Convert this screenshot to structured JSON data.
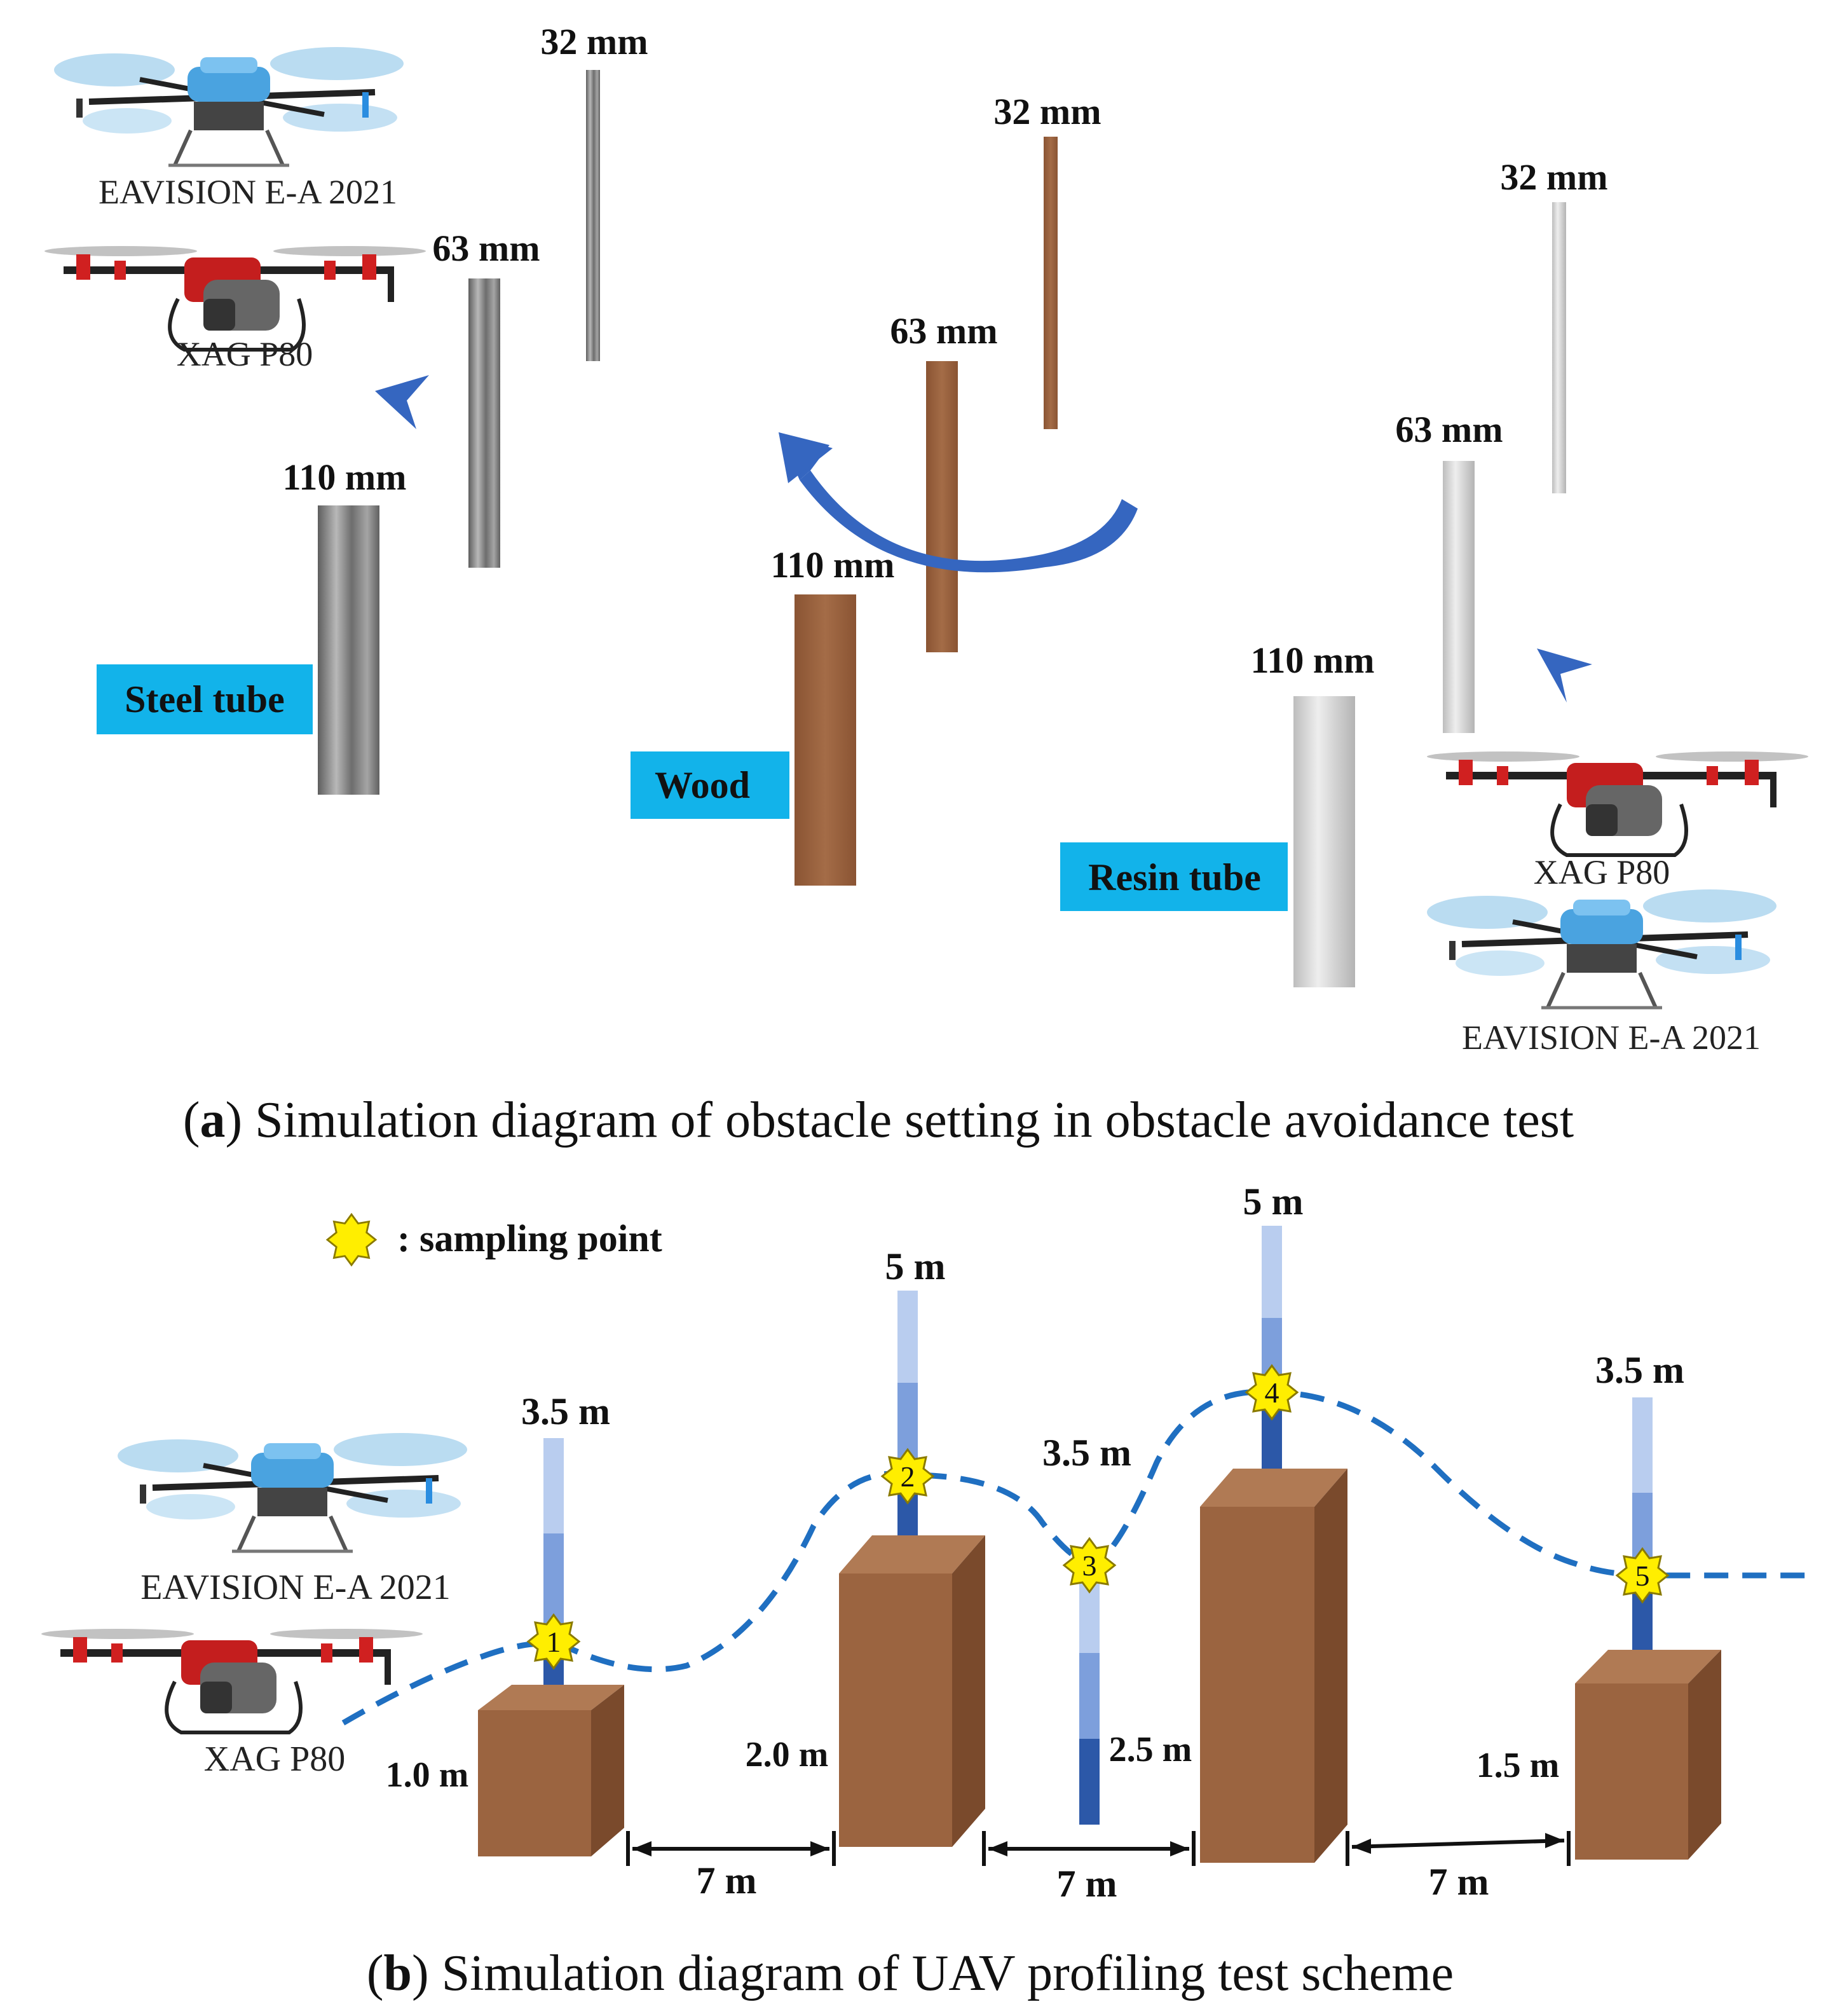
{
  "panel_a": {
    "caption_letter": "a",
    "caption_text": "Simulation diagram of obstacle setting in obstacle avoidance test",
    "drones": {
      "left_eavision": "EAVISION E-A 2021",
      "left_xag": "XAG P80",
      "right_xag": "XAG P80",
      "right_eavision": "EAVISION E-A 2021"
    },
    "steel": {
      "label": "Steel tube",
      "d32": "32 mm",
      "d63": "63 mm",
      "d110": "110 mm"
    },
    "wood": {
      "label": "Wood",
      "d32": "32 mm",
      "d63": "63 mm",
      "d110": "110 mm"
    },
    "resin": {
      "label": "Resin tube",
      "d32": "32 mm",
      "d63": "63 mm",
      "d110": "110 mm"
    },
    "colors": {
      "steel": "#8a8a8a",
      "wood": "#9b6440",
      "resin": "#d6d6d6",
      "label_bg": "#12b3ea",
      "arrow": "#3566c0"
    }
  },
  "panel_b": {
    "caption_letter": "b",
    "caption_text": "Simulation diagram of UAV profiling test scheme",
    "legend": ": sampling point",
    "drones": {
      "eavision": "EAVISION E-A 2021",
      "xag": "XAG P80"
    },
    "pole_heights": {
      "p1": "3.5 m",
      "p2": "5 m",
      "p3": "3.5 m",
      "p4": "5 m",
      "p5": "3.5 m"
    },
    "box_heights": {
      "b1": "1.0 m",
      "b2": "2.0 m",
      "b3": "2.5 m",
      "b4": "",
      "b5": "1.5 m"
    },
    "spacings": [
      "7 m",
      "7 m",
      "7 m"
    ],
    "sampling_points": [
      "1",
      "2",
      "3",
      "4",
      "5"
    ],
    "colors": {
      "box": "#9b6440",
      "path": "#1f6fc1",
      "star": "#ffee00"
    }
  }
}
